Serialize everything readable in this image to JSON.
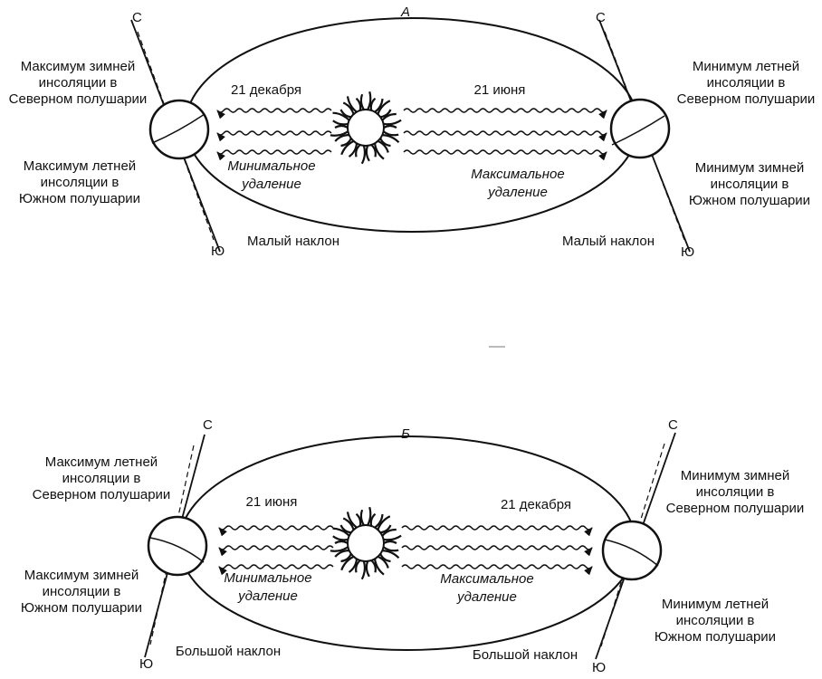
{
  "panels": [
    {
      "id": "A",
      "letter": "А",
      "left_date": "21 декабря",
      "right_date": "21 июня",
      "left_top_note": [
        "Максимум зимней",
        "инсоляции в",
        "Северном полушарии"
      ],
      "left_bottom_note": [
        "Максимум летней",
        "инсоляции в",
        "Южном полушарии"
      ],
      "right_top_note": [
        "Минимум летней",
        "инсоляции в",
        "Северном полушарии"
      ],
      "right_bottom_note": [
        "Минимум зимней",
        "инсоляции в",
        "Южном полушарии"
      ],
      "min_distance": [
        "Минимальное",
        "удаление"
      ],
      "max_distance": [
        "Максимальное",
        "удаление"
      ],
      "tilt_left": "Малый наклон",
      "tilt_right": "Малый наклон",
      "north": "С",
      "south": "Ю"
    },
    {
      "id": "B",
      "letter": "Б",
      "left_date": "21 июня",
      "right_date": "21 декабря",
      "left_top_note": [
        "Максимум летней",
        "инсоляции в",
        "Северном полушарии"
      ],
      "left_bottom_note": [
        "Максимум зимней",
        "инсоляции в",
        "Южном полушарии"
      ],
      "right_top_note": [
        "Минимум зимней",
        "инсоляции в",
        "Северном полушарии"
      ],
      "right_bottom_note": [
        "Минимум летней",
        "инсоляции в",
        "Южном полушарии"
      ],
      "min_distance": [
        "Минимальное",
        "удаление"
      ],
      "max_distance": [
        "Максимальное",
        "удаление"
      ],
      "tilt_left": "Большой наклон",
      "tilt_right": "Большой наклон",
      "north": "С",
      "south": "Ю"
    }
  ]
}
